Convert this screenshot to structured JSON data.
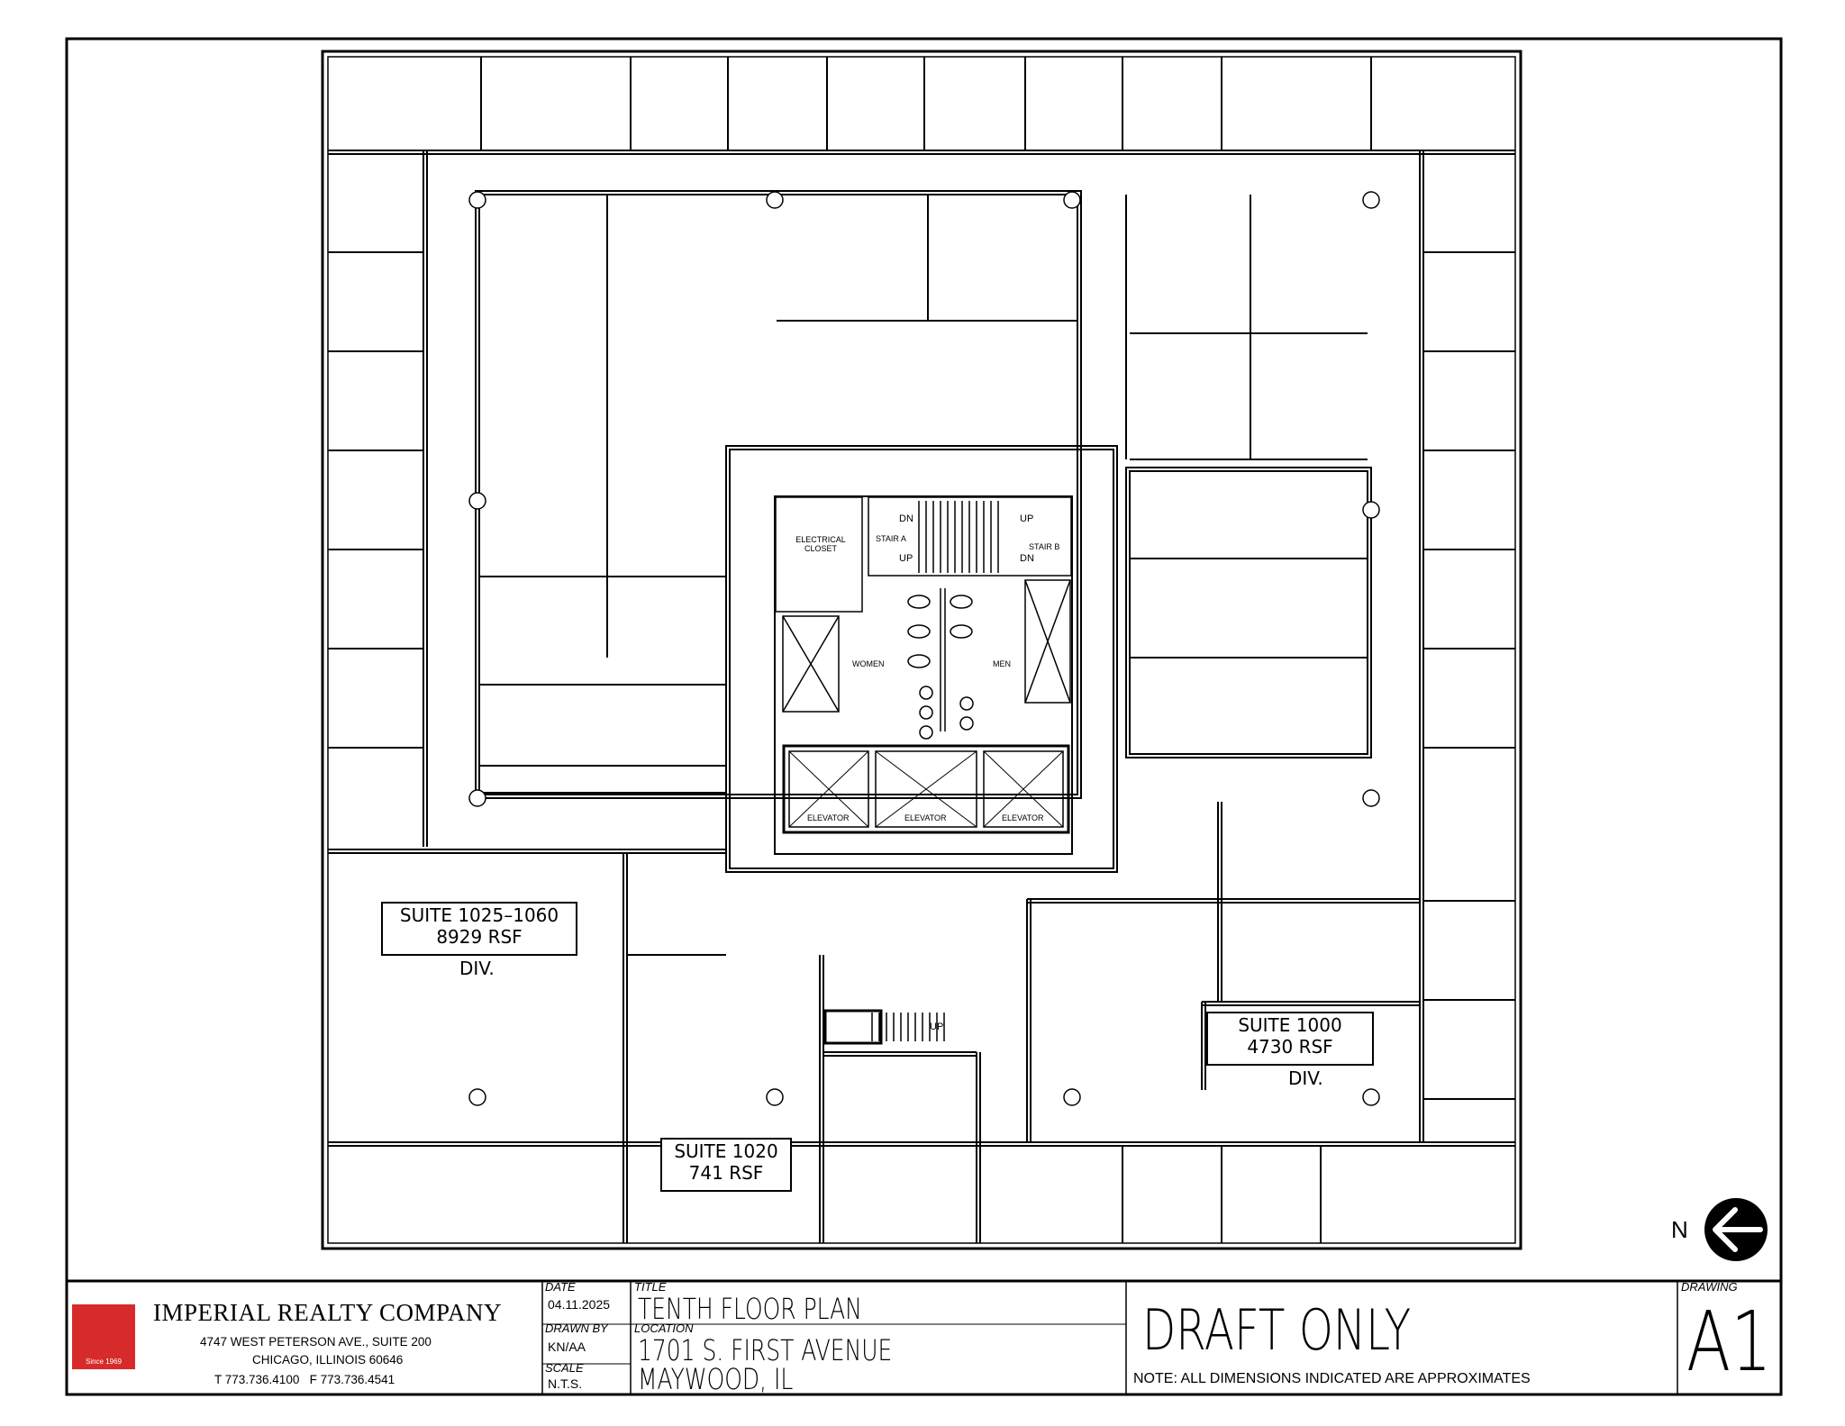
{
  "company": {
    "name": "IMPERIAL REALTY COMPANY",
    "address": "4747 WEST PETERSON AVE., SUITE 200",
    "city": "CHICAGO, ILLINOIS 60646",
    "phones": "T 773.736.4100   F 773.736.4541",
    "logo_text": "Since 1969"
  },
  "title_block": {
    "date_label": "DATE",
    "date": "04.11.2025",
    "drawn_by_label": "DRAWN BY",
    "drawn_by": "KN/AA",
    "scale_label": "SCALE",
    "scale": "N.T.S.",
    "title_label": "TITLE",
    "title": "TENTH FLOOR PLAN",
    "location_label": "LOCATION",
    "location_line1": "1701 S. FIRST AVENUE",
    "location_line2": "MAYWOOD, IL",
    "draft": "DRAFT ONLY",
    "note": "NOTE: ALL DIMENSIONS INDICATED ARE APPROXIMATES",
    "drawing_label": "DRAWING",
    "drawing_number": "A1"
  },
  "north_label": "N",
  "suites": [
    {
      "name": "SUITE 1025–1060",
      "rsf": "8929 RSF",
      "note": "DIV."
    },
    {
      "name": "SUITE 1020",
      "rsf": "741 RSF",
      "note": ""
    },
    {
      "name": "SUITE 1000",
      "rsf": "4730 RSF",
      "note": "DIV."
    }
  ],
  "core_labels": {
    "electrical": [
      "ELECTRICAL",
      "CLOSET"
    ],
    "stair_a": "STAIR A",
    "stair_b": "STAIR B",
    "dn": "DN",
    "up": "UP",
    "women": "WOMEN",
    "men": "MEN",
    "elevator": "ELEVATOR"
  }
}
